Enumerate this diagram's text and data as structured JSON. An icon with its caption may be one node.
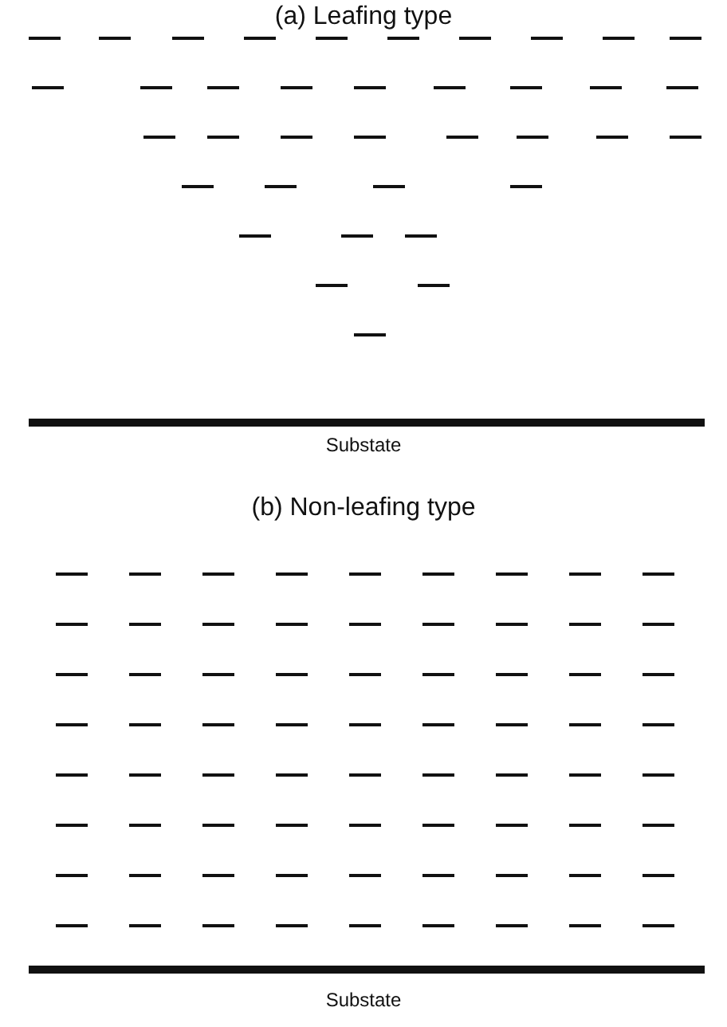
{
  "diagram": {
    "labels": [
      "(a) Leafing type",
      "Substate",
      "(b) Non-leafing type",
      "Substate"
    ]
  }
}
